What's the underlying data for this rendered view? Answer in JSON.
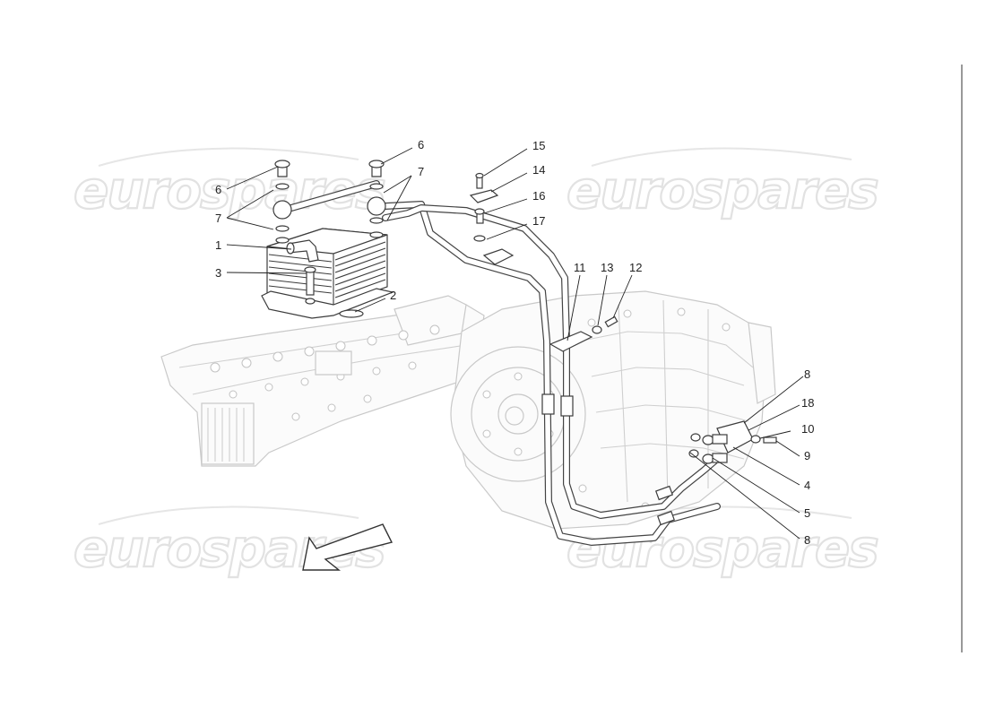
{
  "watermark": {
    "text": "eurospares"
  },
  "callouts": [
    {
      "id": "6a",
      "label": "6"
    },
    {
      "id": "6b",
      "label": "6"
    },
    {
      "id": "7a",
      "label": "7"
    },
    {
      "id": "7b",
      "label": "7"
    },
    {
      "id": "1",
      "label": "1"
    },
    {
      "id": "3",
      "label": "3"
    },
    {
      "id": "2",
      "label": "2"
    },
    {
      "id": "15",
      "label": "15"
    },
    {
      "id": "14",
      "label": "14"
    },
    {
      "id": "16",
      "label": "16"
    },
    {
      "id": "17",
      "label": "17"
    },
    {
      "id": "11",
      "label": "11"
    },
    {
      "id": "13",
      "label": "13"
    },
    {
      "id": "12",
      "label": "12"
    },
    {
      "id": "8a",
      "label": "8"
    },
    {
      "id": "18",
      "label": "18"
    },
    {
      "id": "10",
      "label": "10"
    },
    {
      "id": "9",
      "label": "9"
    },
    {
      "id": "4",
      "label": "4"
    },
    {
      "id": "5",
      "label": "5"
    },
    {
      "id": "8b",
      "label": "8"
    }
  ]
}
